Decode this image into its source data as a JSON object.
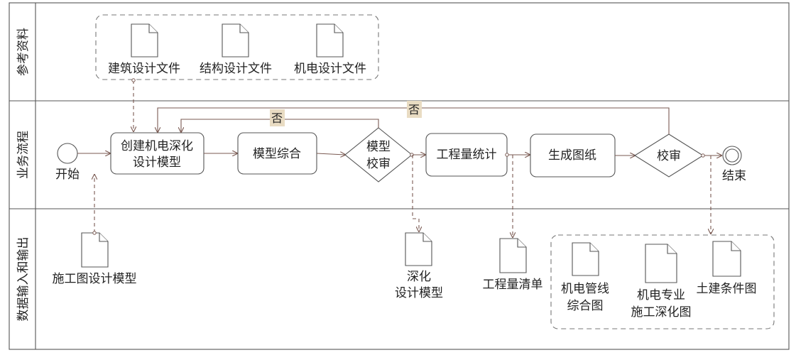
{
  "lanes": {
    "reference": "参考资料",
    "process": "业务流程",
    "io": "数据输入和输出"
  },
  "reference_docs": {
    "arch": "建筑设计文件",
    "struct": "结构设计文件",
    "mep": "机电设计文件"
  },
  "events": {
    "start": "开始",
    "end": "结束"
  },
  "tasks": {
    "create_line1": "创建机电深化",
    "create_line2": "设计模型",
    "integrate": "模型综合",
    "quantity": "工程量统计",
    "drawings": "生成图纸"
  },
  "gateways": {
    "model_review_line1": "模型",
    "model_review_line2": "校审",
    "review": "校审"
  },
  "loop_labels": {
    "inner_no": "否",
    "outer_no": "否"
  },
  "io_docs": {
    "construction_model": "施工图设计模型",
    "deep_model_line1": "深化",
    "deep_model_line2": "设计模型",
    "bill": "工程量清单",
    "mep_pipe_line1": "机电管线",
    "mep_pipe_line2": "综合图",
    "mep_detail_line1": "机电专业",
    "mep_detail_line2": "施工深化图",
    "civil": "土建条件图"
  }
}
